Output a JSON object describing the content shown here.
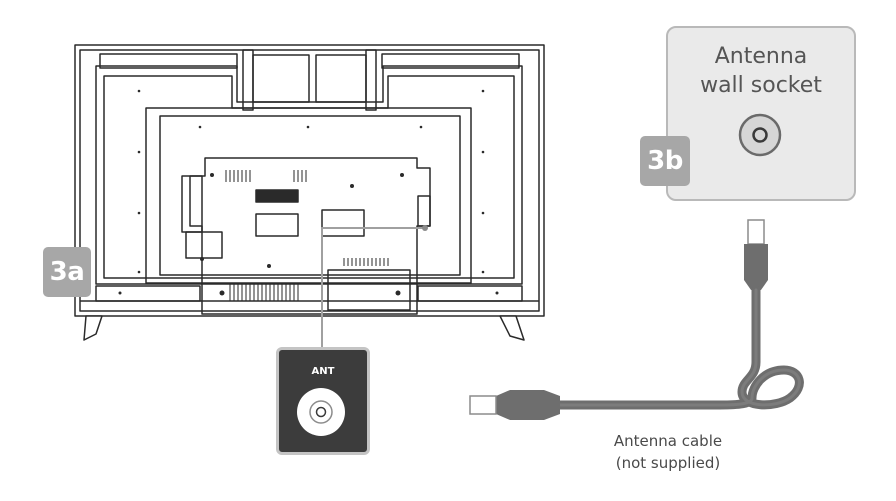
{
  "badges": {
    "tv": "3a",
    "socket": "3b"
  },
  "wall_socket": {
    "line1": "Antenna",
    "line2": "wall socket"
  },
  "ant_port": {
    "label": "ANT"
  },
  "cable": {
    "line1": "Antenna cable",
    "line2": "(not supplied)"
  },
  "colors": {
    "badge": "#a7a7a7",
    "cable": "#6e6e6e",
    "outline": "#2a2a2a",
    "socket_bg": "#eaeaea",
    "ant_bg": "#3c3c3c",
    "callout_line": "#a0a0a0"
  },
  "icons": {
    "tv": "tv-back-icon",
    "socket": "coax-socket-icon",
    "port": "coax-port-icon",
    "cable": "coax-cable-icon"
  }
}
